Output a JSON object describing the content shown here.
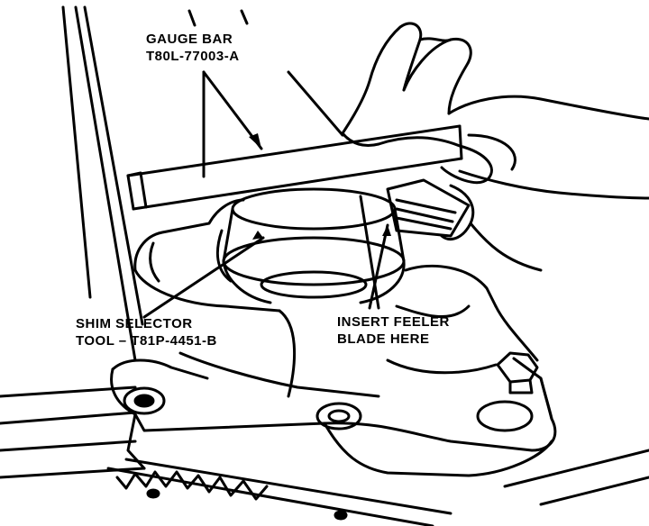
{
  "callouts": {
    "gauge_bar": {
      "line1": "GAUGE BAR",
      "line2": "T80L-77003-A"
    },
    "shim_selector": {
      "line1": "SHIM SELECTOR",
      "line2": "TOOL – T81P-4451-B"
    },
    "feeler_blade": {
      "line1": "INSERT FEELER",
      "line2": "BLADE HERE"
    }
  },
  "colors": {
    "ink": "#000000",
    "paper": "#ffffff"
  }
}
